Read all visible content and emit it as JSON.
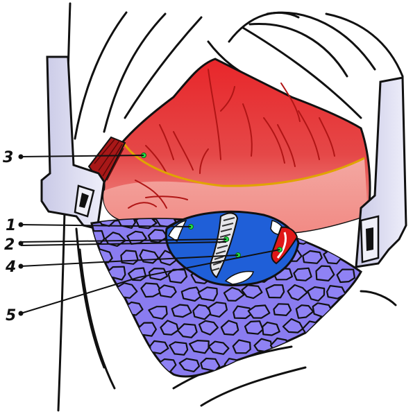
{
  "labels": [
    {
      "id": "1",
      "text": "1"
    },
    {
      "id": "2",
      "text": "2"
    },
    {
      "id": "3",
      "text": "3"
    },
    {
      "id": "4",
      "text": "4"
    },
    {
      "id": "5",
      "text": "5"
    }
  ],
  "colors": {
    "muscle_red": "#e0282c",
    "muscle_pink": "#f29a94",
    "vessel_dark": "#b01515",
    "yellow_line": "#e0a400",
    "blue_space": "#1f5fd8",
    "purple_fat": "#8a7cf0",
    "retractor": "#dcdcf0",
    "marker_green": "#22dd44"
  }
}
